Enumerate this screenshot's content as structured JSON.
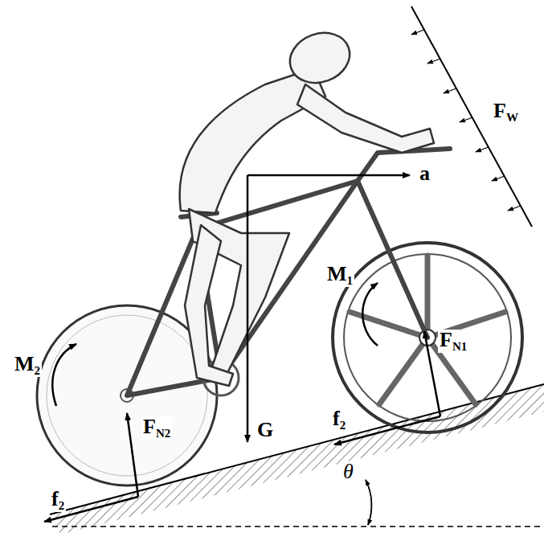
{
  "diagram": {
    "labels": [
      "FW",
      "a",
      "M1",
      "FN1",
      "f2",
      "M2",
      "FN2",
      "G",
      "f2",
      "θ"
    ]
  }
}
